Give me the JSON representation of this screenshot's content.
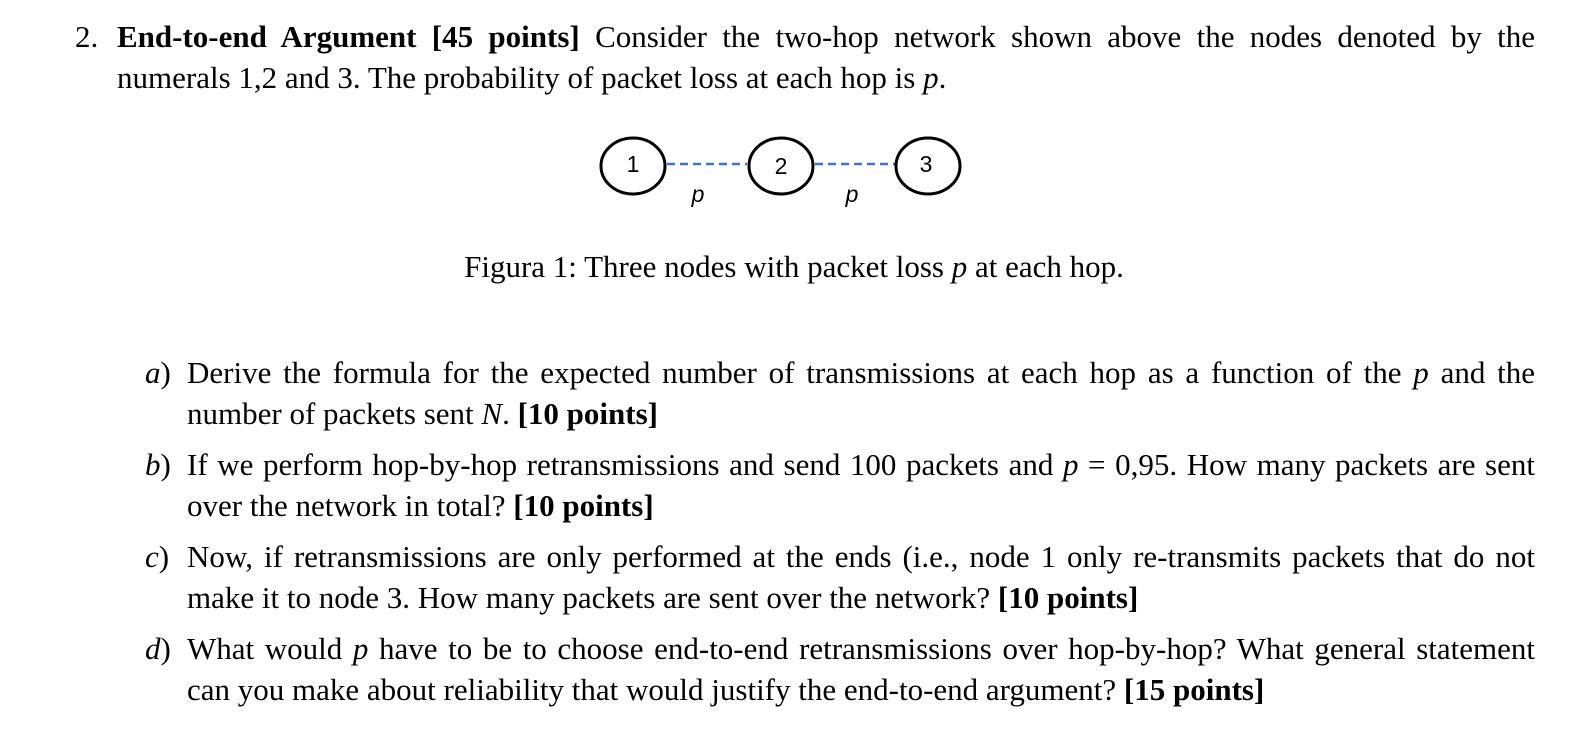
{
  "problem": {
    "number": "2.",
    "title": "End-to-end Argument [45 points]",
    "intro_a": "Consider the two-hop network shown above the nodes denoted by the numerals 1,2 and 3. The probability of packet loss at each hop is ",
    "intro_var": "p",
    "intro_end": "."
  },
  "figure": {
    "nodes": [
      "1",
      "2",
      "3"
    ],
    "hop_labels": [
      "p",
      "p"
    ],
    "link_color": "#4472C4",
    "caption_a": "Figura 1: Three nodes with packet loss ",
    "caption_var": "p",
    "caption_b": " at each hop."
  },
  "parts": [
    {
      "label": "a",
      "t1": "Derive the formula for the expected number of transmissions at each hop as a function of the ",
      "v1": "p",
      "t2": " and the number of packets sent ",
      "v2": "N",
      "t3": ". ",
      "points": "[10 points]"
    },
    {
      "label": "b",
      "t1": "If we perform hop-by-hop retransmissions and send 100 packets and ",
      "v1": "p",
      "t2": " = 0,95. How many packets are sent over the network in total? ",
      "points": "[10 points]"
    },
    {
      "label": "c",
      "t1": "Now, if retransmissions are only performed at the ends (i.e., node 1 only re-transmits packets that do not make it to node 3. How many packets are sent over the network? ",
      "points": "[10 points]"
    },
    {
      "label": "d",
      "t1": "What would ",
      "v1": "p",
      "t2": " have to be to choose end-to-end retransmissions over hop-by-hop? What general statement can you make about reliability that would justify the end-to-end argument? ",
      "points": "[15 points]"
    }
  ]
}
